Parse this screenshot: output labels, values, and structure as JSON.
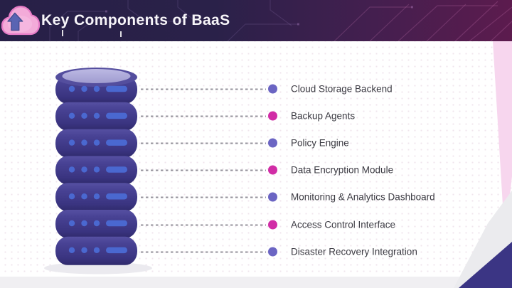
{
  "header": {
    "title": "Key Components of BaaS",
    "icon": "cloud-upload-icon",
    "background_left": "#272047",
    "background_right": "#5c1b4e",
    "title_color": "#f7f5f9"
  },
  "components": [
    {
      "label": "Cloud Storage Backend",
      "dot_color": "#6b65c3"
    },
    {
      "label": "Backup Agents",
      "dot_color": "#d12da6"
    },
    {
      "label": "Policy Engine",
      "dot_color": "#6b65c3"
    },
    {
      "label": "Data Encryption Module",
      "dot_color": "#d12da6"
    },
    {
      "label": "Monitoring & Analytics Dashboard",
      "dot_color": "#6b65c3"
    },
    {
      "label": "Access Control Interface",
      "dot_color": "#d12da6"
    },
    {
      "label": "Disaster Recovery Integration",
      "dot_color": "#6b65c3"
    }
  ],
  "illustration": {
    "name": "database-stack",
    "disk_count": 7,
    "body_color": "#454090",
    "body_shadow": "#2f2a6b",
    "top_cap_color": "#aca9d8",
    "lights_color": "#4a68d0"
  },
  "decor": {
    "accent_purple": "#6b65c3",
    "accent_magenta": "#d12da6",
    "ribbon_pink": "#f7d6ee",
    "corner_navy": "#3b3584",
    "connector_gray": "#94929b"
  }
}
